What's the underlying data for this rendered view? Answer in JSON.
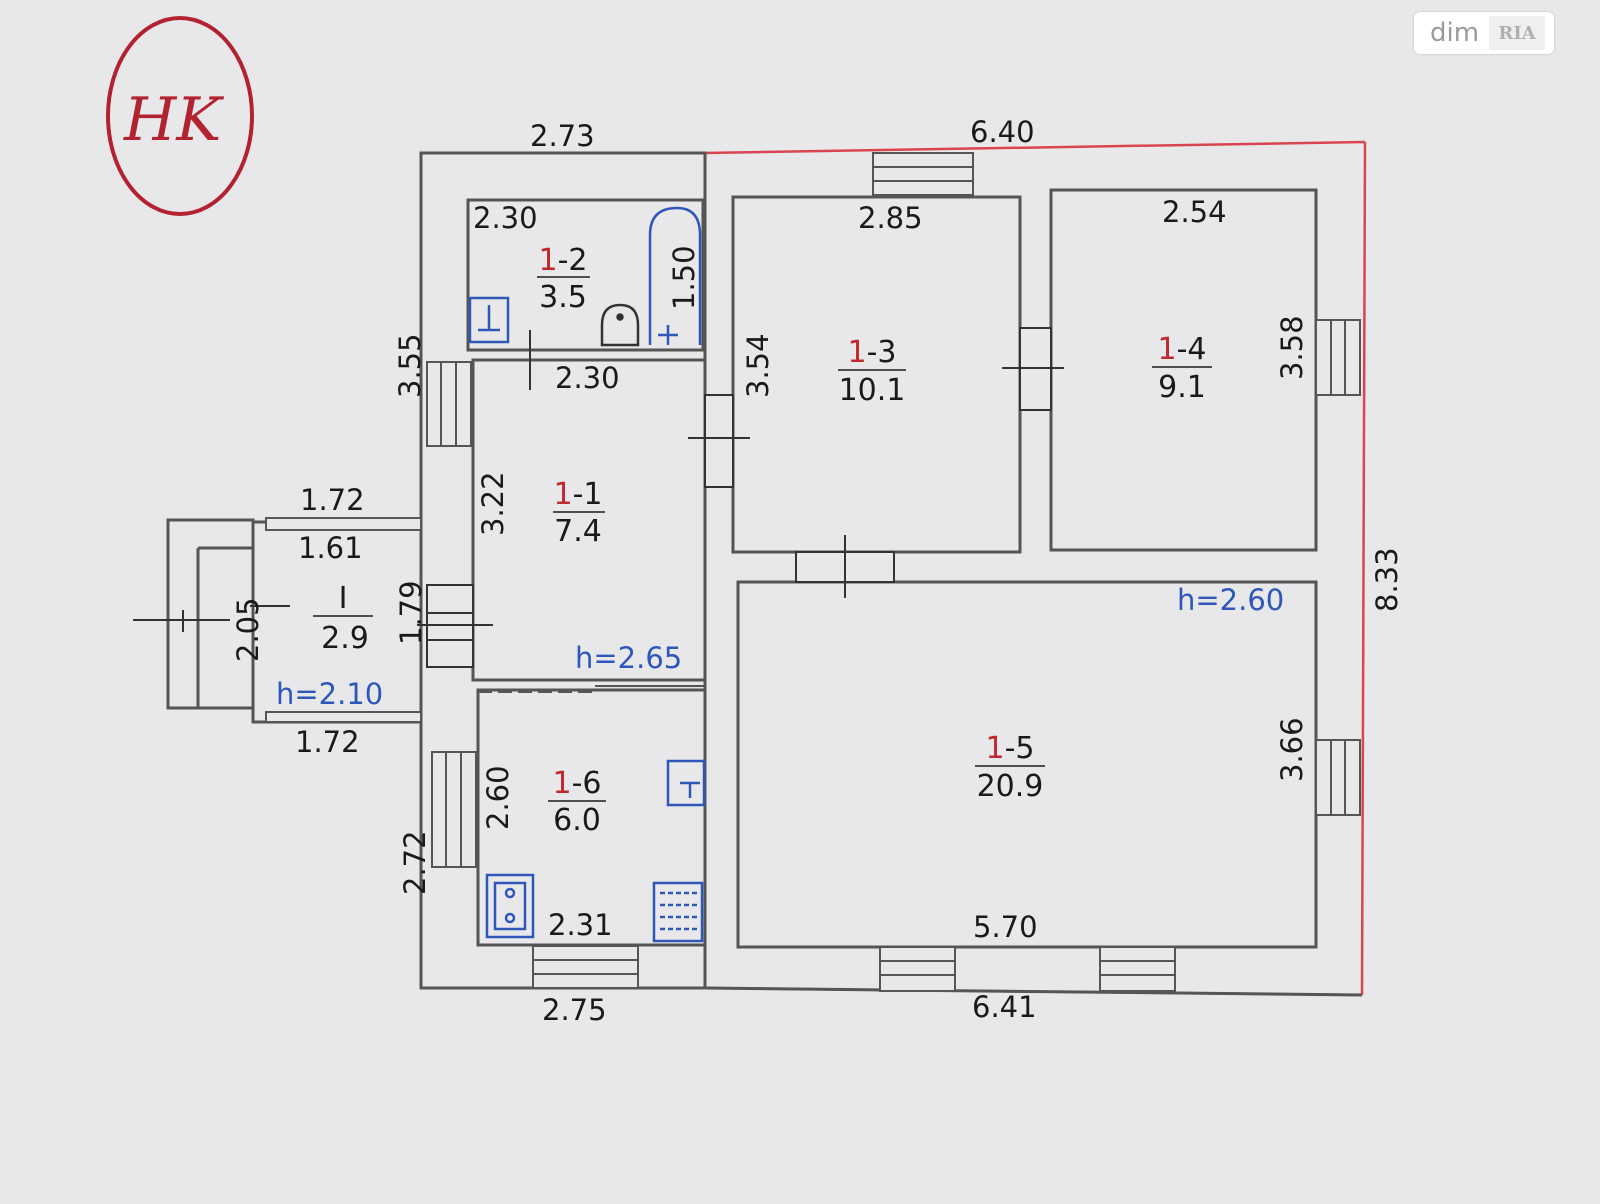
{
  "logo": {
    "letters": "HK",
    "color": "#b32230"
  },
  "watermark": {
    "brand": "dim",
    "badge": "RIA"
  },
  "colors": {
    "walls": "#555555",
    "outline": "#d9454f",
    "room_accent": "#c0282f",
    "height_text": "#2e58b8",
    "fixtures": "#2e58b8"
  },
  "rooms": [
    {
      "num_prefix": "1",
      "num_suffix": "-1",
      "area": "7.4"
    },
    {
      "num_prefix": "1",
      "num_suffix": "-2",
      "area": "3.5"
    },
    {
      "num_prefix": "1",
      "num_suffix": "-3",
      "area": "10.1"
    },
    {
      "num_prefix": "1",
      "num_suffix": "-4",
      "area": "9.1"
    },
    {
      "num_prefix": "1",
      "num_suffix": "-5",
      "area": "20.9"
    },
    {
      "num_prefix": "1",
      "num_suffix": "-6",
      "area": "6.0"
    },
    {
      "num_prefix": "",
      "num_suffix": "I",
      "area": "2.9"
    }
  ],
  "heights": [
    "h=2.65",
    "h=2.60",
    "h=2.10"
  ],
  "dimensions": {
    "top_left_wall": "2.73",
    "top_right_wall": "6.40",
    "bath_width": "2.30",
    "bath_tub": "1.50",
    "bath_bottom": "2.30",
    "left_upper": "3.55",
    "hall_height": "3.22",
    "room3_width": "2.85",
    "room3_height": "3.54",
    "room4_width": "2.54",
    "room4_height": "3.58",
    "porch_outer": "1.72",
    "porch_inner": "1.61",
    "porch_height": "2.05",
    "porch_depth": "1.79",
    "porch_bottom": "1.72",
    "right_total": "8.33",
    "room5_height": "3.66",
    "kitchen_height": "2.60",
    "left_lower": "2.72",
    "kitchen_width": "2.31",
    "room5_width": "5.70",
    "bottom_left": "2.75",
    "bottom_right": "6.41"
  }
}
